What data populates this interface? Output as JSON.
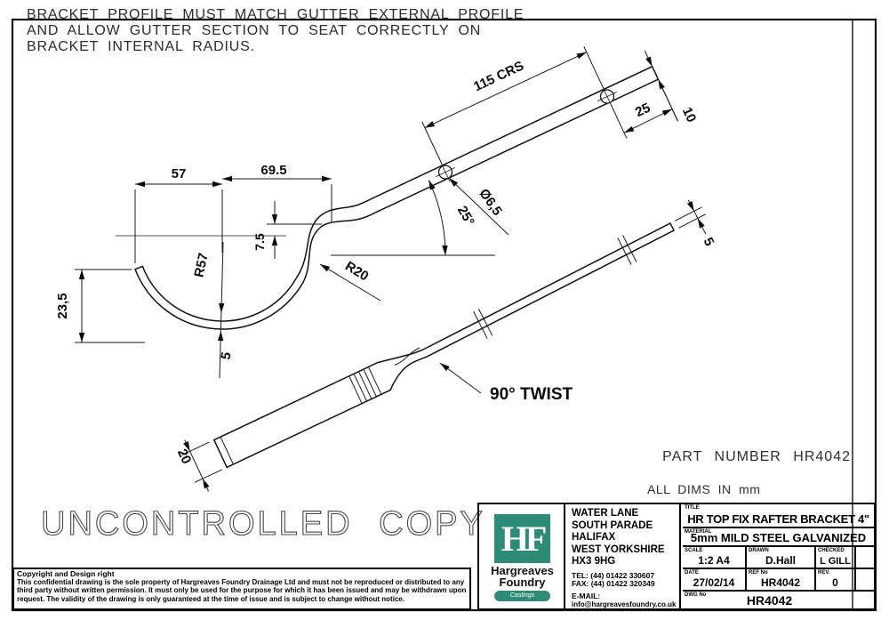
{
  "page": {
    "note_line1": "BRACKET PROFILE MUST MATCH GUTTER EXTERNAL PROFILE",
    "note_line2": "AND ALLOW GUTTER SECTION TO SEAT CORRECTLY ON",
    "note_line3": "BRACKET INTERNAL RADIUS.",
    "watermark": "UNCONTROLLED COPY",
    "part_number": "PART NUMBER HR4042",
    "dims_note": "ALL DIMS IN mm"
  },
  "dims": {
    "crs": "115 CRS",
    "end_dist": "25",
    "end_width": "10",
    "hole_dia": "Ø6,5",
    "angle": "25°",
    "w57": "57",
    "w69": "69.5",
    "h75": "7.5",
    "r57": "R57",
    "r20": "R20",
    "h235": "23,5",
    "thk_profile": "5",
    "w20": "20",
    "thk_flat": "5",
    "twist": "90° TWIST"
  },
  "title_block": {
    "logo": {
      "monogram": "HF",
      "name_line1": "Hargreaves",
      "name_line2": "Foundry",
      "tagline": "Castings",
      "green": "#2f8b78"
    },
    "address": {
      "line1": "WATER LANE",
      "line2": "SOUTH PARADE",
      "line3": "HALIFAX",
      "line4": "WEST YORKSHIRE",
      "line5": "HX3 9HG",
      "tel": "TEL: (44) 01422 330607",
      "fax": "FAX: (44) 01422 320349",
      "email_label": "E-MAIL:",
      "email": "info@hargreavesfoundry.co.uk"
    },
    "fields": {
      "title_label": "TITLE",
      "title": "HR TOP FIX RAFTER BRACKET 4\"",
      "material_label": "MATERIAL",
      "material": "5mm MILD STEEL GALVANIZED",
      "scale_label": "SCALE",
      "scale": "1:2 A4",
      "drawn_label": "DRAWN",
      "drawn": "D.Hall",
      "checked_label": "CHECKED",
      "checked": "L GILL",
      "date_label": "DATE",
      "date": "27/02/14",
      "ref_label": "REF No",
      "ref": "HR4042",
      "rev_label": "REV.",
      "rev": "0",
      "dwg_label": "DWG No",
      "dwg": "HR4042"
    }
  },
  "copyright": {
    "heading": "Copyright and Design right",
    "body": "This confidential drawing is the sole property of Hargreaves Foundry Drainage Ltd and must not be reproduced or distributed to any third party without written permission. It must only be used for the purpose for which it has been issued and may be withdrawn upon request. The validity of the drawing is only guaranteed at the time of issue and is subject to change without notice."
  }
}
